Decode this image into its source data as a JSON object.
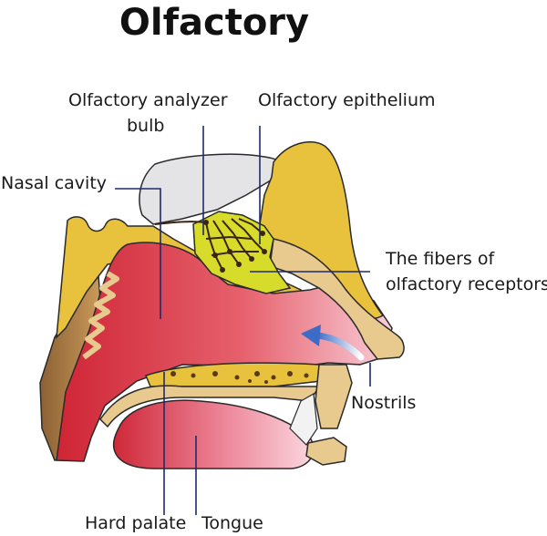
{
  "title": "Olfactory",
  "labels": {
    "bulb_line1": "Olfactory analyzer",
    "bulb_line2": "bulb",
    "epithelium": "Olfactory epithelium",
    "nasal_cavity": "Nasal cavity",
    "fibers_line1": "The fibers of",
    "fibers_line2": "olfactory receptors",
    "nostrils": "Nostrils",
    "hard_palate": "Hard palate",
    "tongue": "Tongue"
  },
  "colors": {
    "bone": "#e8c23c",
    "cartilage": "#e8c98e",
    "tissue_dark": "#d42f3f",
    "tissue_light": "#f7c2cf",
    "brain": "#e4e4e7",
    "bulb": "#d7dc2a",
    "leader_line": "#1f2a6d",
    "arrow": "#3d6cc7",
    "outline": "#2a2a2a"
  }
}
